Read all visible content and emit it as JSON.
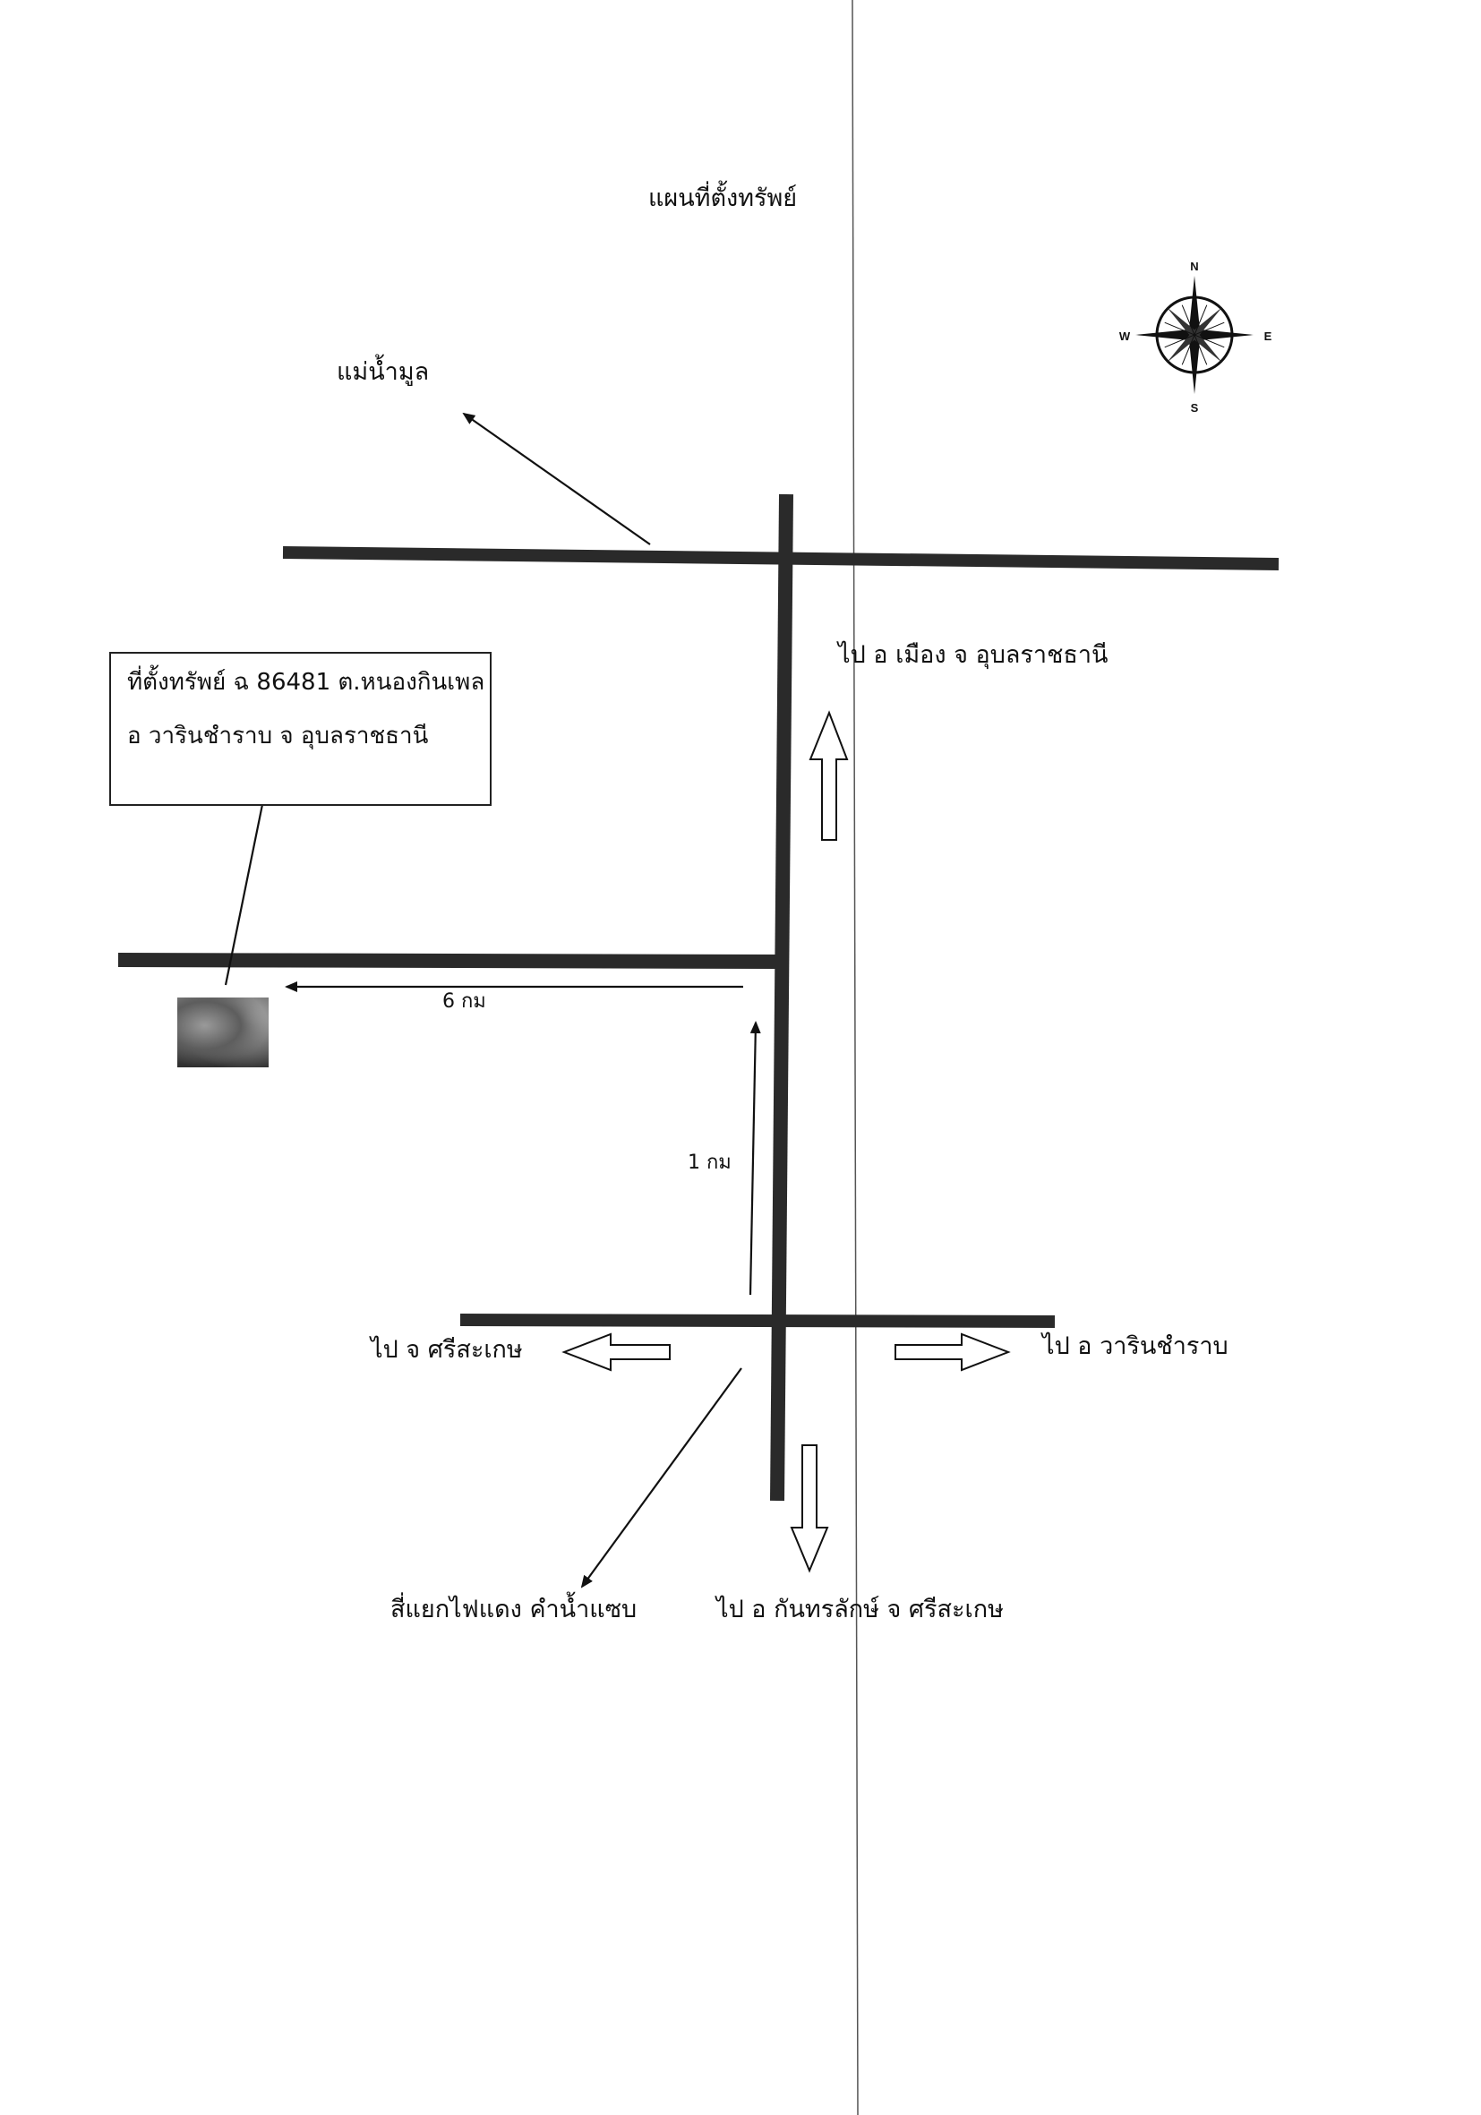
{
  "map": {
    "title": "แผนที่ตั้งทรัพย์",
    "compass": {
      "n": "N",
      "e": "E",
      "s": "S",
      "w": "W"
    },
    "property_box": {
      "line1": "ที่ตั้งทรัพย์ ฉ 86481 ต.หนองกินเพล",
      "line2": "อ วารินชำราบ จ อุบลราชธานี"
    },
    "labels": {
      "river": "แม่น้ำมูล",
      "to_mueang": "ไป อ เมือง จ อุบลราชธานี",
      "dist_6km": "6 กม",
      "dist_1km": "1 กม",
      "to_sisaket": "ไป จ ศรีสะเกษ",
      "to_warin": "ไป อ วารินชำราบ",
      "intersection": "สี่แยกไฟแดง คำน้ำแซบ",
      "to_kantharalak": "ไป อ กันทรลักษ์ จ ศรีสะเกษ"
    }
  }
}
